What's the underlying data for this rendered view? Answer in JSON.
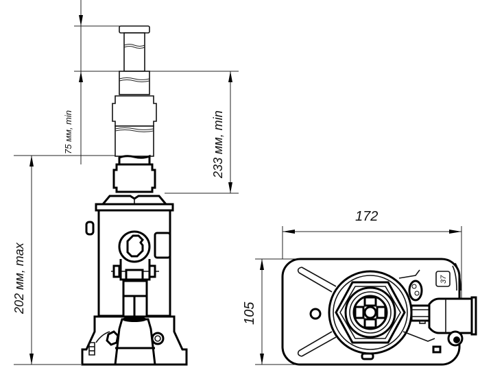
{
  "drawing": {
    "type": "technical-drawing",
    "subject": "bottle hydraulic jack",
    "views": {
      "front": {
        "dimensions": {
          "extension": "75 мм, min",
          "lift_stroke": "233 мм, min",
          "body_height": "202 мм, max"
        }
      },
      "top": {
        "dimensions": {
          "width": "172",
          "depth": "105"
        },
        "label_plate": "37"
      }
    },
    "colors": {
      "line": "#000000",
      "background": "#ffffff"
    }
  }
}
